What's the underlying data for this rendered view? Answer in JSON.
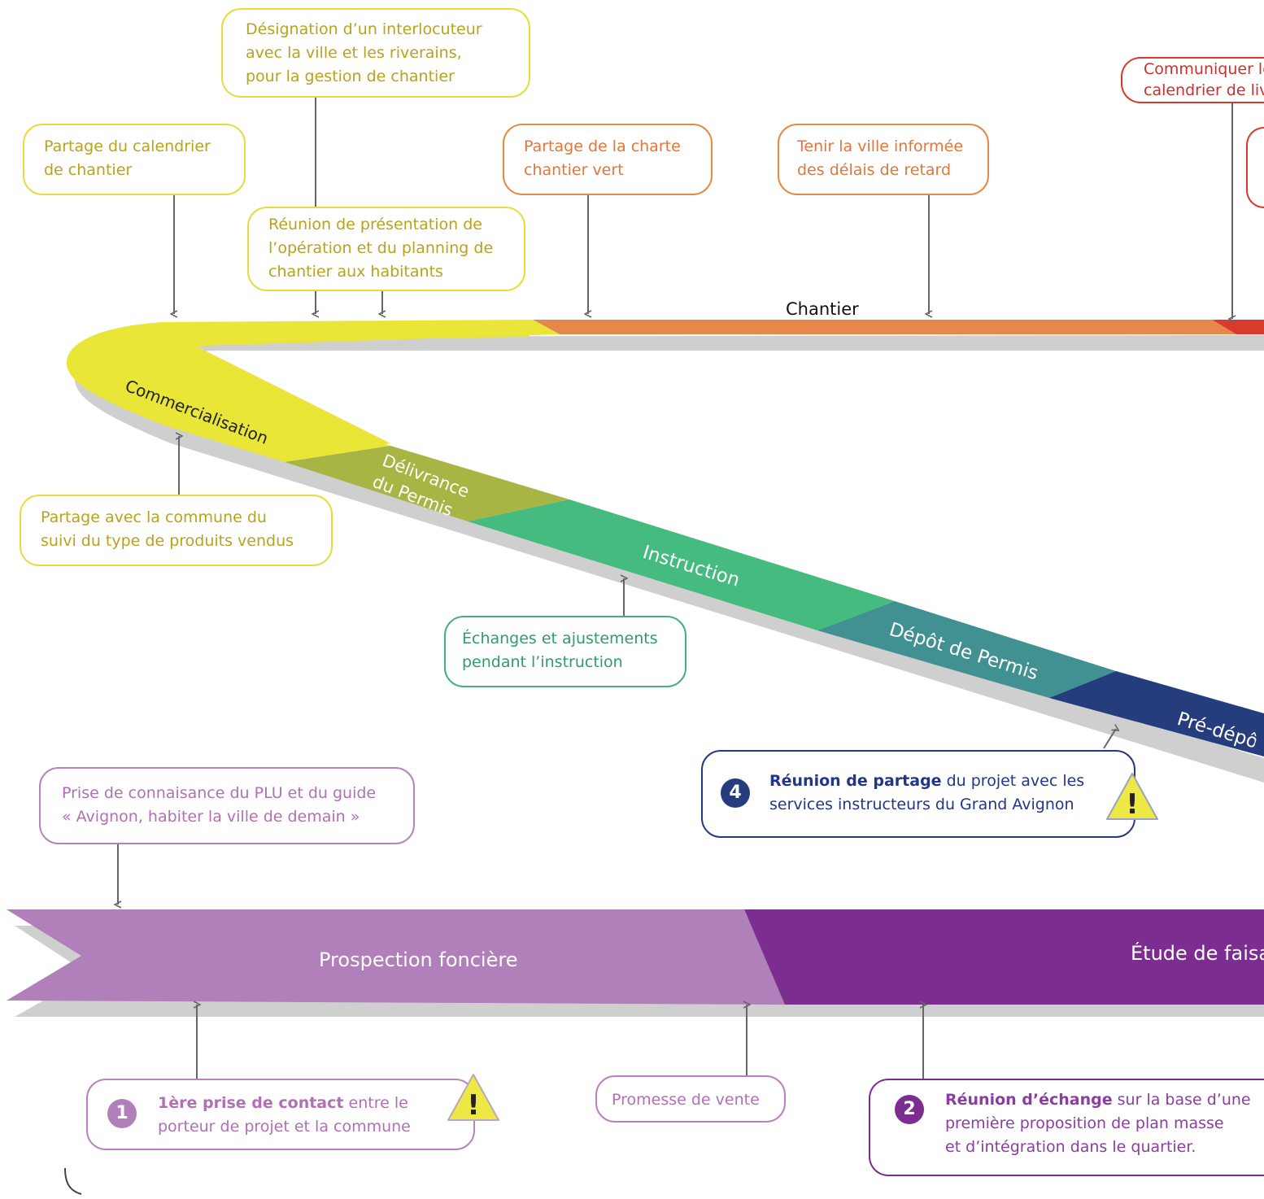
{
  "colors": {
    "yellow": "#e9e638",
    "olive": "#a8b444",
    "green": "#45bb7f",
    "teal": "#419192",
    "navy": "#253c7d",
    "orange": "#e5884a",
    "red": "#d93a2e",
    "purple_light": "#b17fb9",
    "purple_dark": "#7b2d90",
    "warning_yellow": "#ede844",
    "shadow_gray": "#cfcfcf"
  },
  "phases": {
    "chantier": "Chantier",
    "commercialisation": "Commercialisation",
    "delivrance_line1": "Délivrance",
    "delivrance_line2": "du Permis",
    "instruction": "Instruction",
    "depot": "Dépôt de Permis",
    "pre_depot": "Pré-dépôt",
    "prospection": "Prospection foncière",
    "etude": "Étude de faisabilité"
  },
  "notes": {
    "designation": [
      "Désignation d’un interlocuteur",
      "avec la ville et les riverains,",
      "pour la gestion de chantier"
    ],
    "calendrier": [
      "Partage du calendrier",
      "de chantier"
    ],
    "reunion_presentation": [
      "Réunion de présentation de",
      "l’opération et du planning de",
      "chantier aux habitants"
    ],
    "charte": [
      "Partage de la charte",
      "chantier vert"
    ],
    "retard": [
      "Tenir la ville informée",
      "des délais de retard"
    ],
    "communiquer": [
      "Communiquer le",
      "calendrier de livraison"
    ],
    "partage_produits": [
      "Partage avec la commune du",
      "suivi du type de produits vendus"
    ],
    "echanges": [
      "Échanges et ajustements",
      "pendant l’instruction"
    ],
    "prise_connaissance": [
      "Prise de connaisance du PLU et du guide",
      "« Avignon, habiter la ville de demain »"
    ],
    "promesse": "Promesse de vente"
  },
  "steps": {
    "step1": {
      "number": "1",
      "bold": "1ère prise de contact",
      "rest1": " entre le",
      "line2": "porteur de projet et la commune"
    },
    "step2": {
      "number": "2",
      "bold": "Réunion d’échange",
      "rest1": " sur la base d’une",
      "line2": "première proposition de plan masse",
      "line3": "et d’intégration dans le quartier."
    },
    "step4": {
      "number": "4",
      "bold": "Réunion de partage",
      "rest1": " du projet avec les",
      "line2": "services instructeurs du Grand Avignon"
    }
  },
  "warning_glyph": "!"
}
